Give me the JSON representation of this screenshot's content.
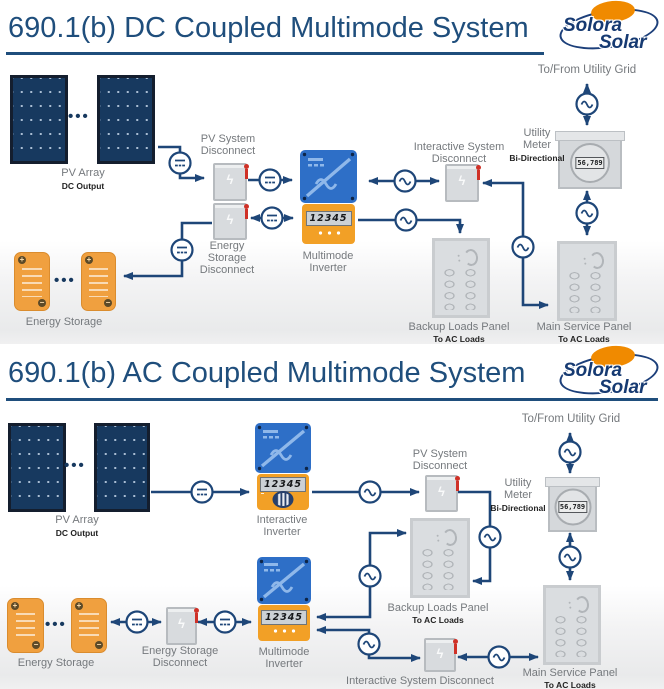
{
  "brand": {
    "name1": "Solora",
    "name2": "Solar"
  },
  "shared": {
    "ellipsis": "•••",
    "to_from_grid": "To/From Utility Grid",
    "pv_array": "PV Array",
    "dc_output": "DC Output",
    "pv_disc_l1": "PV System",
    "pv_disc_l2": "Disconnect",
    "multimode_l1": "Multimode",
    "multimode_l2": "Inverter",
    "energy_storage": "Energy Storage",
    "utility": "Utility",
    "meter": "Meter",
    "bi_directional": "Bi-Directional",
    "meter_reading": "56,789",
    "inverter_display": "12345",
    "backup_loads_panel": "Backup Loads Panel",
    "main_service_panel": "Main Service Panel",
    "to_ac_loads": "To AC Loads",
    "battery_plus": "+",
    "battery_minus": "−"
  },
  "dc": {
    "title": "690.1(b) DC Coupled Multimode System",
    "es_disc_l1": "Energy",
    "es_disc_l2": "Storage",
    "es_disc_l3": "Disconnect",
    "is_disc_l1": "Interactive System",
    "is_disc_l2": "Disconnect"
  },
  "ac": {
    "title": "690.1(b) AC Coupled Multimode System",
    "interactive_l1": "Interactive",
    "interactive_l2": "Inverter",
    "es_disc_l1": "Energy Storage",
    "es_disc_l2": "Disconnect",
    "is_disc": "Interactive System Disconnect"
  }
}
